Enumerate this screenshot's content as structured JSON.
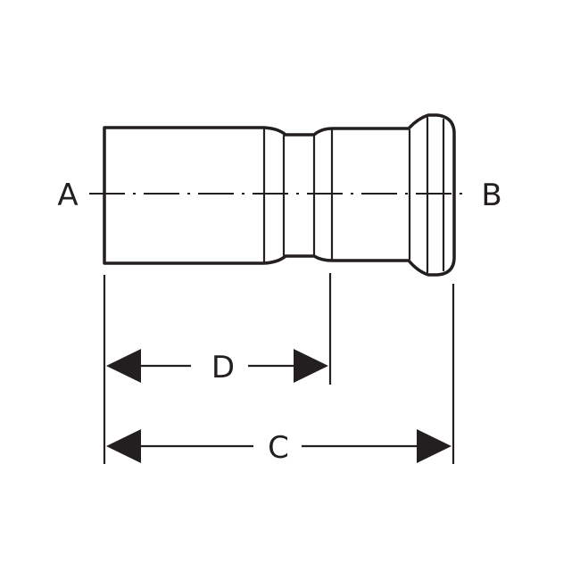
{
  "labels": {
    "end_a": "A",
    "end_b": "B",
    "dim_d": "D",
    "dim_c": "C"
  },
  "colors": {
    "stroke": "#231f20",
    "background": "#ffffff"
  }
}
